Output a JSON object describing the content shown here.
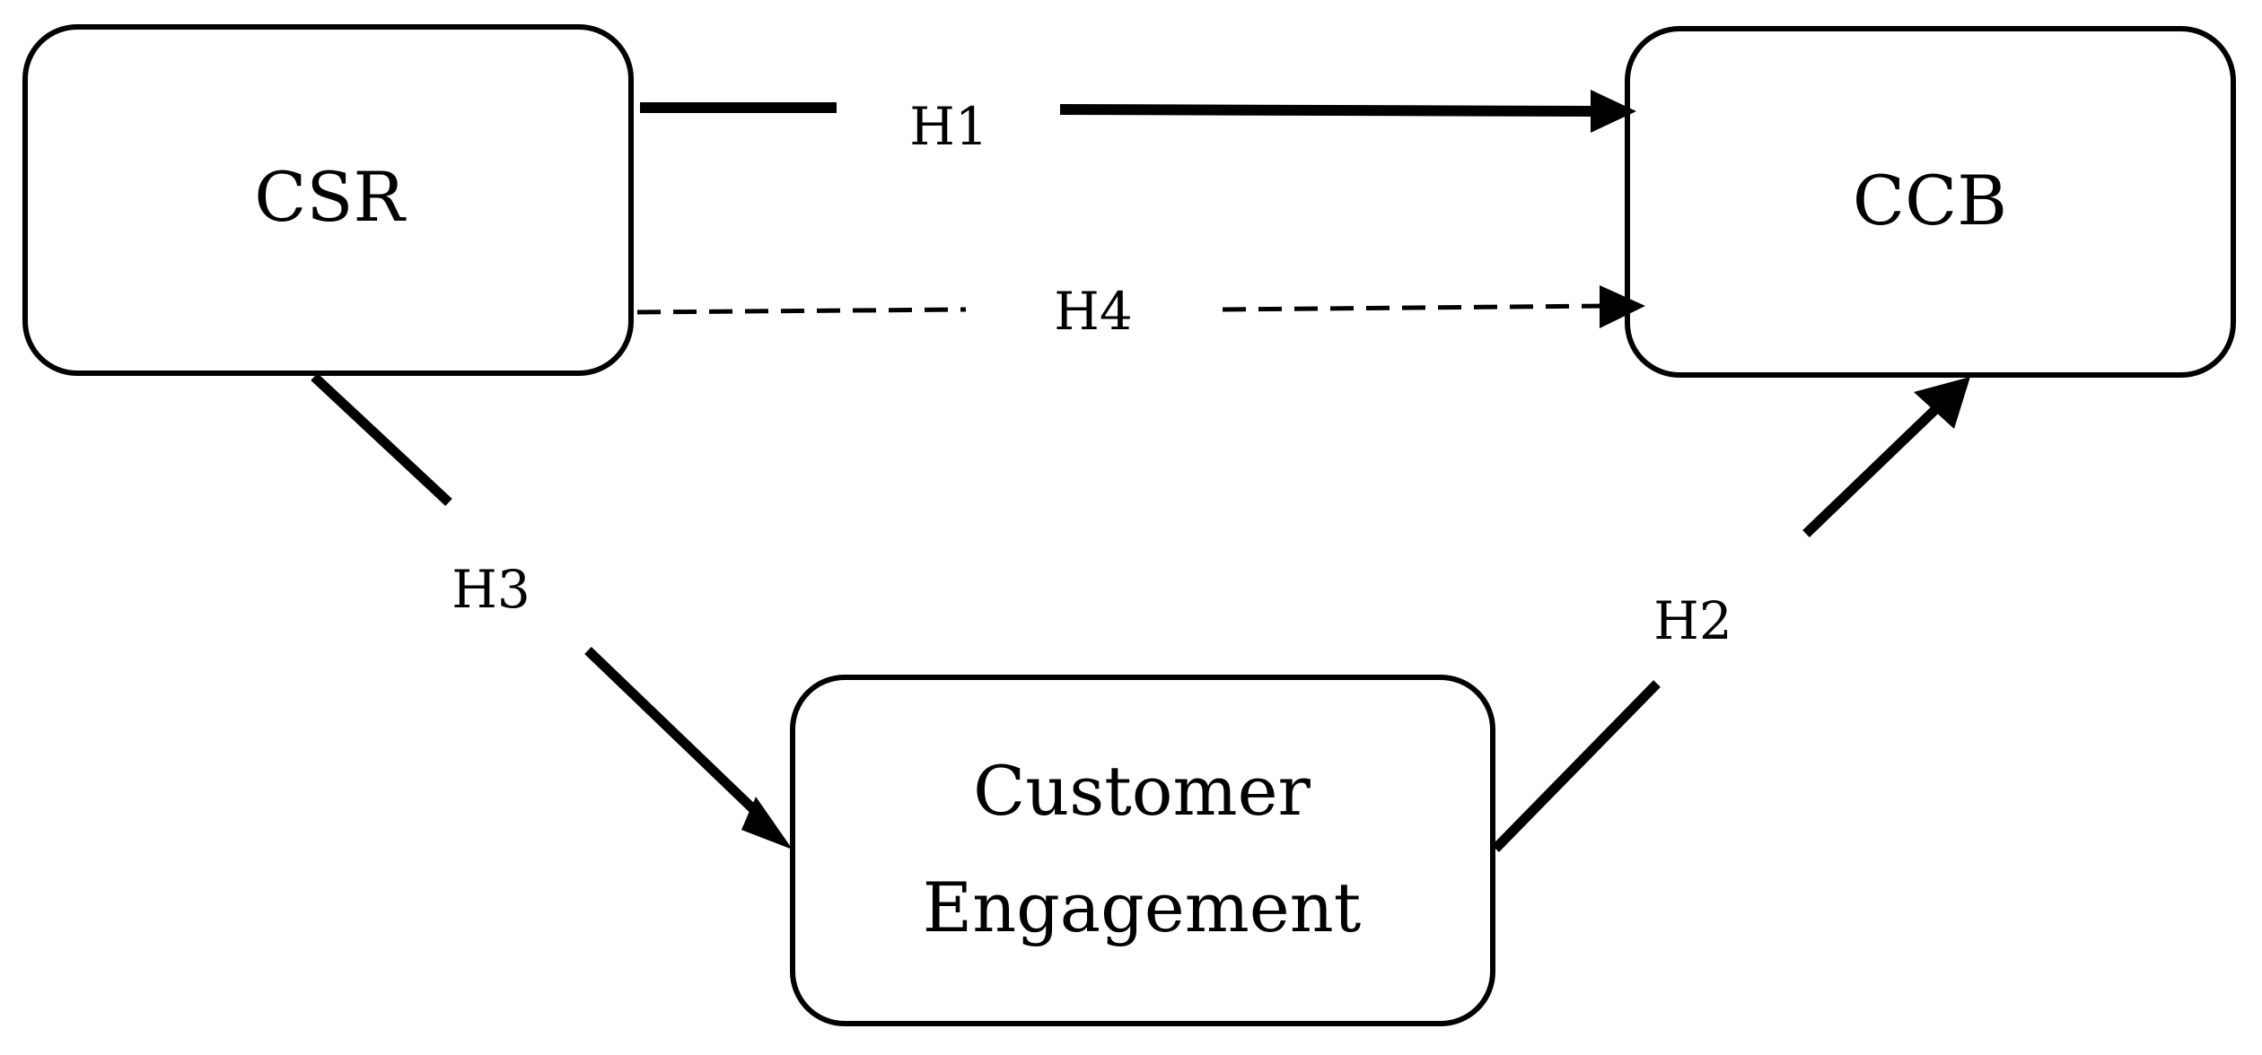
{
  "nodes": {
    "csr": {
      "label": "CSR"
    },
    "ccb": {
      "label": "CCB"
    },
    "engagement": {
      "label_line1": "Customer",
      "label_line2": "Engagement"
    }
  },
  "edges": {
    "h1": {
      "label": "H1",
      "from": "CSR",
      "to": "CCB",
      "style": "solid"
    },
    "h2": {
      "label": "H2",
      "from": "Customer Engagement",
      "to": "CCB",
      "style": "solid"
    },
    "h3": {
      "label": "H3",
      "from": "CSR",
      "to": "Customer Engagement",
      "style": "solid"
    },
    "h4": {
      "label": "H4",
      "from": "CSR",
      "to": "CCB",
      "style": "dashed"
    }
  },
  "colors": {
    "stroke": "#000000",
    "background": "#ffffff"
  }
}
